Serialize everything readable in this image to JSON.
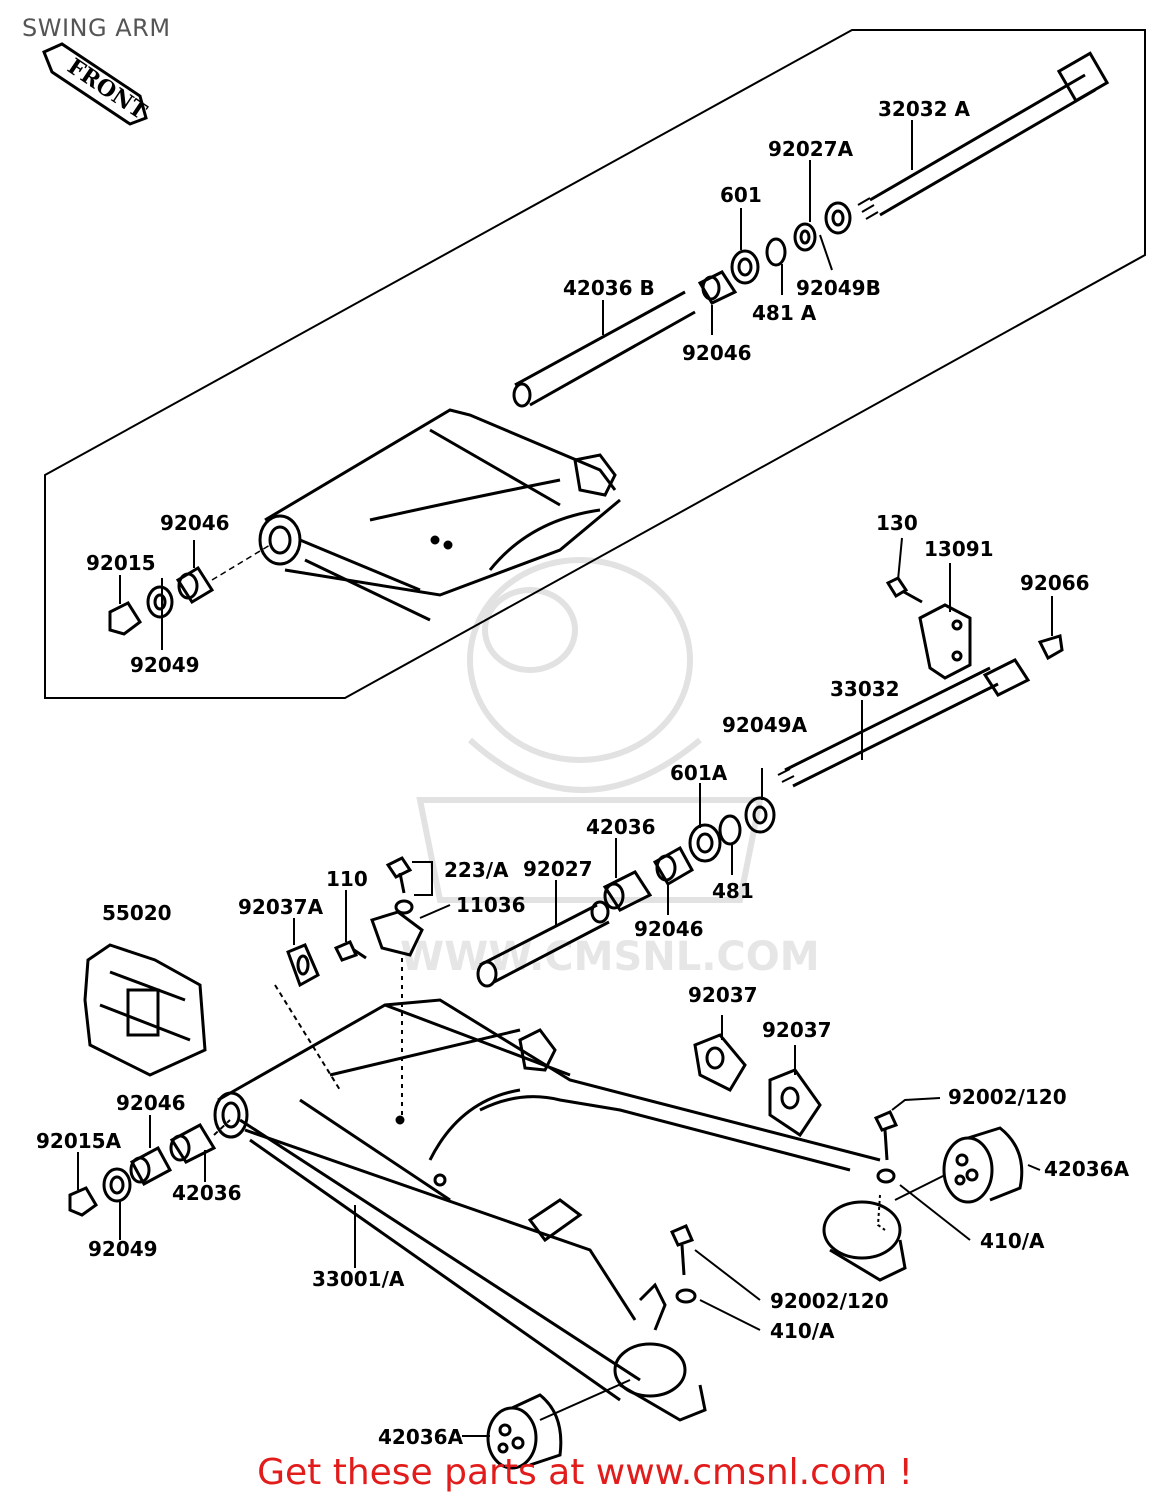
{
  "title": "SWING ARM",
  "front_label": "FRONT",
  "watermark_text": "WWW.CMSNL.COM",
  "footer": "Get these parts at www.cmsnl.com !",
  "labels": {
    "l32032a": "32032 A",
    "l92027a": "92027A",
    "l601": "601",
    "l42036b": "42036 B",
    "l92049b": "92049B",
    "l481a": "481 A",
    "l92046_top": "92046",
    "l92046_left": "92046",
    "l92015": "92015",
    "l92049_left": "92049",
    "l130": "130",
    "l13091": "13091",
    "l92066": "92066",
    "l33032": "33032",
    "l92049a": "92049A",
    "l601a": "601A",
    "l42036_mid": "42036",
    "l92027": "92027",
    "l110": "110",
    "l223a": "223/A",
    "l11036": "11036",
    "l92037a": "92037A",
    "l55020": "55020",
    "l481": "481",
    "l92046_mid": "92046",
    "l92037_1": "92037",
    "l92037_2": "92037",
    "l92002_1": "92002/120",
    "l42036a_right": "42036A",
    "l410a_1": "410/A",
    "l92046_bot": "92046",
    "l92015a": "92015A",
    "l42036_bot": "42036",
    "l92049_bot": "92049",
    "l33001a": "33001/A",
    "l92002_2": "92002/120",
    "l410a_2": "410/A",
    "l42036a_bot": "42036A"
  },
  "colors": {
    "ink": "#000000",
    "footer": "#e21b1b",
    "title": "#555555",
    "watermark": "#d9d9d9"
  }
}
